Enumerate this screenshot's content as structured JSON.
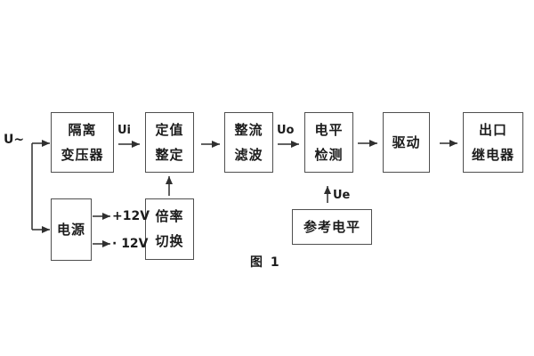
{
  "colors": {
    "background": "#ffffff",
    "border": "#4f4f4f",
    "line": "#2f2f2f",
    "text": "#1c1c1c"
  },
  "diagram": {
    "caption": "图 1",
    "signals": {
      "input": "U~",
      "ui": "Ui",
      "uo": "Uo",
      "ue": "Ue",
      "plus12v": "+12V",
      "minus12v": "· 12V"
    },
    "blocks": {
      "isolation_transformer": {
        "line1": "隔离",
        "line2": "变压器"
      },
      "setting": {
        "line1": "定值",
        "line2": "整定"
      },
      "rectifier_filter": {
        "line1": "整流",
        "line2": "滤波"
      },
      "level_detection": {
        "line1": "电平",
        "line2": "检测"
      },
      "drive": {
        "label": "驱动"
      },
      "output_relay": {
        "line1": "出口",
        "line2": "继电器"
      },
      "power_supply": {
        "label": "电源"
      },
      "ratio_switch": {
        "line1": "倍率",
        "line2": "切换"
      },
      "reference_level": {
        "label": "参考电平"
      }
    }
  }
}
